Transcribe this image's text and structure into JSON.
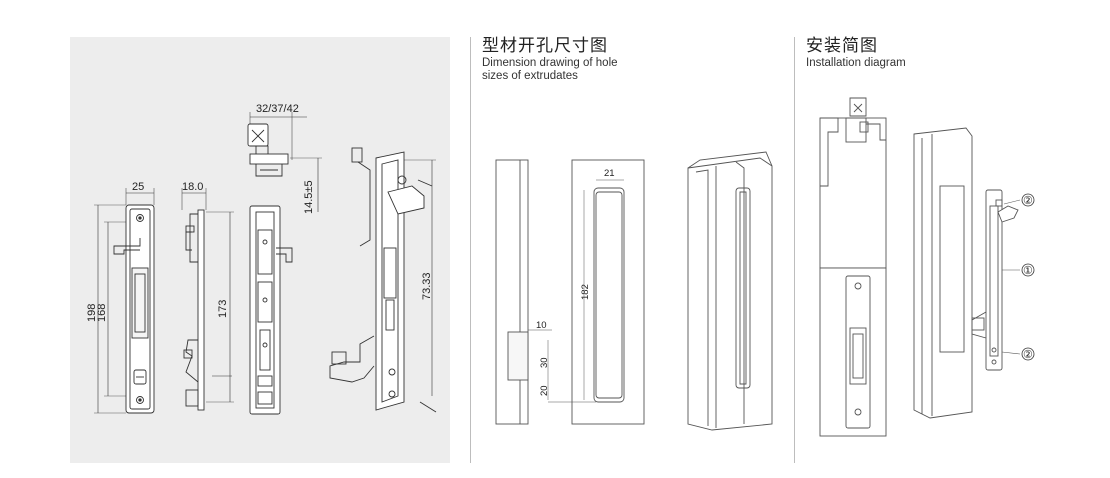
{
  "section_hole": {
    "title_cn": "型材开孔尺寸图",
    "title_en_line1": "Dimension drawing of hole",
    "title_en_line2": "sizes of extrudates"
  },
  "section_install": {
    "title_cn": "安装简图",
    "title_en": "Installation diagram"
  },
  "lock_dims": {
    "width_top": "25",
    "depth_top": "18.0",
    "key_width": "32/37/42",
    "key_height": "14.5±5",
    "overall_198": "198",
    "overall_168": "168",
    "side_173": "173",
    "iso_73": "73.33"
  },
  "hole_dims": {
    "w21": "21",
    "h182": "182",
    "d10": "10",
    "d30": "30",
    "d20": "20"
  },
  "install_callouts": {
    "c2_top": "②",
    "c1": "①",
    "c2_bottom": "②"
  }
}
